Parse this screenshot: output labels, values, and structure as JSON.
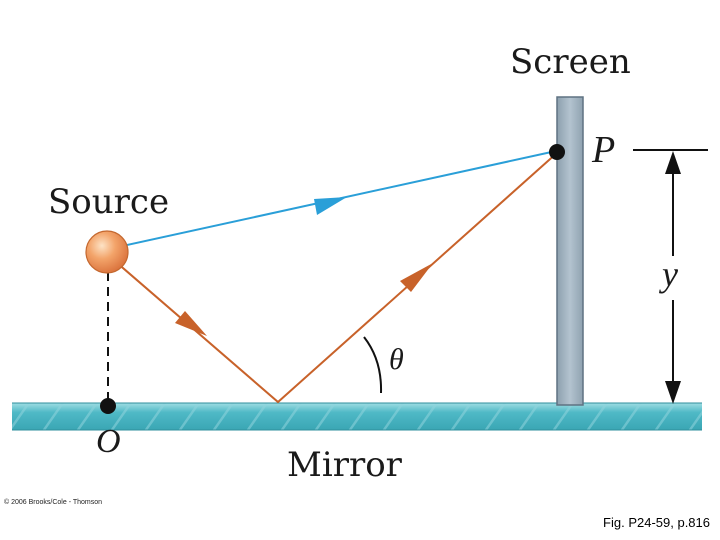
{
  "diagram": {
    "labels": {
      "screen": "Screen",
      "source": "Source",
      "mirror": "Mirror",
      "point_p": "P",
      "origin": "O",
      "height": "y",
      "angle": "θ"
    },
    "colors": {
      "direct_ray": "#2a9fd8",
      "reflected_ray": "#c8622a",
      "mirror_fill": "#4fb9c6",
      "screen_fill": "#a9b9c6",
      "source_ball": "#f0a060",
      "text": "#1a1a1a"
    }
  },
  "footer": {
    "copyright": "© 2006 Brooks/Cole - Thomson",
    "caption": "Fig. P24-59, p.816"
  }
}
